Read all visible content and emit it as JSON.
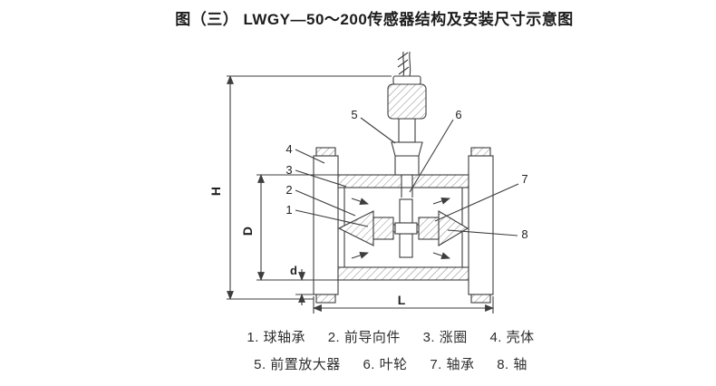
{
  "page": {
    "title": "图（三） LWGY—50～200传感器结构及安装尺寸示意图"
  },
  "diagram": {
    "dimension_labels": {
      "H": "H",
      "D": "D",
      "d": "d",
      "L": "L"
    },
    "callouts": [
      "1",
      "2",
      "3",
      "4",
      "5",
      "6",
      "7",
      "8"
    ]
  },
  "legend": {
    "row1": [
      "1. 球轴承",
      "2. 前导向件",
      "3. 涨圈",
      "4. 壳体"
    ],
    "row2": [
      "5. 前置放大器",
      "6. 叶轮",
      "7. 轴承",
      "8. 轴"
    ]
  },
  "colors": {
    "line": "#3d3d3d",
    "hatch": "#8a8a8a",
    "text": "#222222"
  }
}
